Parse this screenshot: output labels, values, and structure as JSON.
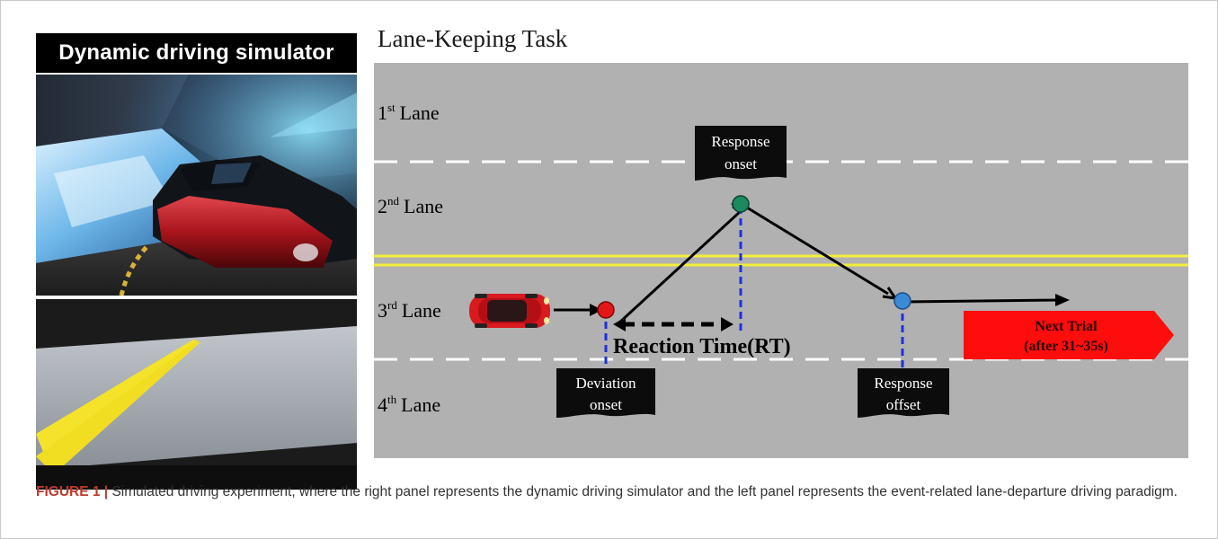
{
  "left_panel": {
    "header": "Dynamic driving simulator"
  },
  "right_panel": {
    "title": "Lane-Keeping Task",
    "lanes": [
      {
        "num": "1",
        "sup": "st",
        "word": "Lane"
      },
      {
        "num": "2",
        "sup": "nd",
        "word": "Lane"
      },
      {
        "num": "3",
        "sup": "rd",
        "word": "Lane"
      },
      {
        "num": "4",
        "sup": "th",
        "word": "Lane"
      }
    ],
    "boxes": {
      "response_onset": [
        "Response",
        "onset"
      ],
      "deviation_onset": [
        "Deviation",
        "onset"
      ],
      "response_offset": [
        "Response",
        "offset"
      ]
    },
    "reaction_time": "Reaction Time(RT)",
    "next_trial": [
      "Next Trial",
      "(after 31~35s)"
    ],
    "colors": {
      "road": "#b1b1b1",
      "center_line": "#f2ee3a",
      "red_dot": "#e3161a",
      "green_dot": "#1c8a60",
      "blue_dot": "#3a8ad6",
      "guide_line": "#1f2fe0",
      "next_arrow": "#ff0d0d"
    }
  },
  "caption": {
    "label": "FIGURE 1",
    "separator": "|",
    "text": "Simulated driving experiment, where the right panel represents the dynamic driving simulator and the left panel represents the event-related lane-departure driving paradigm."
  }
}
